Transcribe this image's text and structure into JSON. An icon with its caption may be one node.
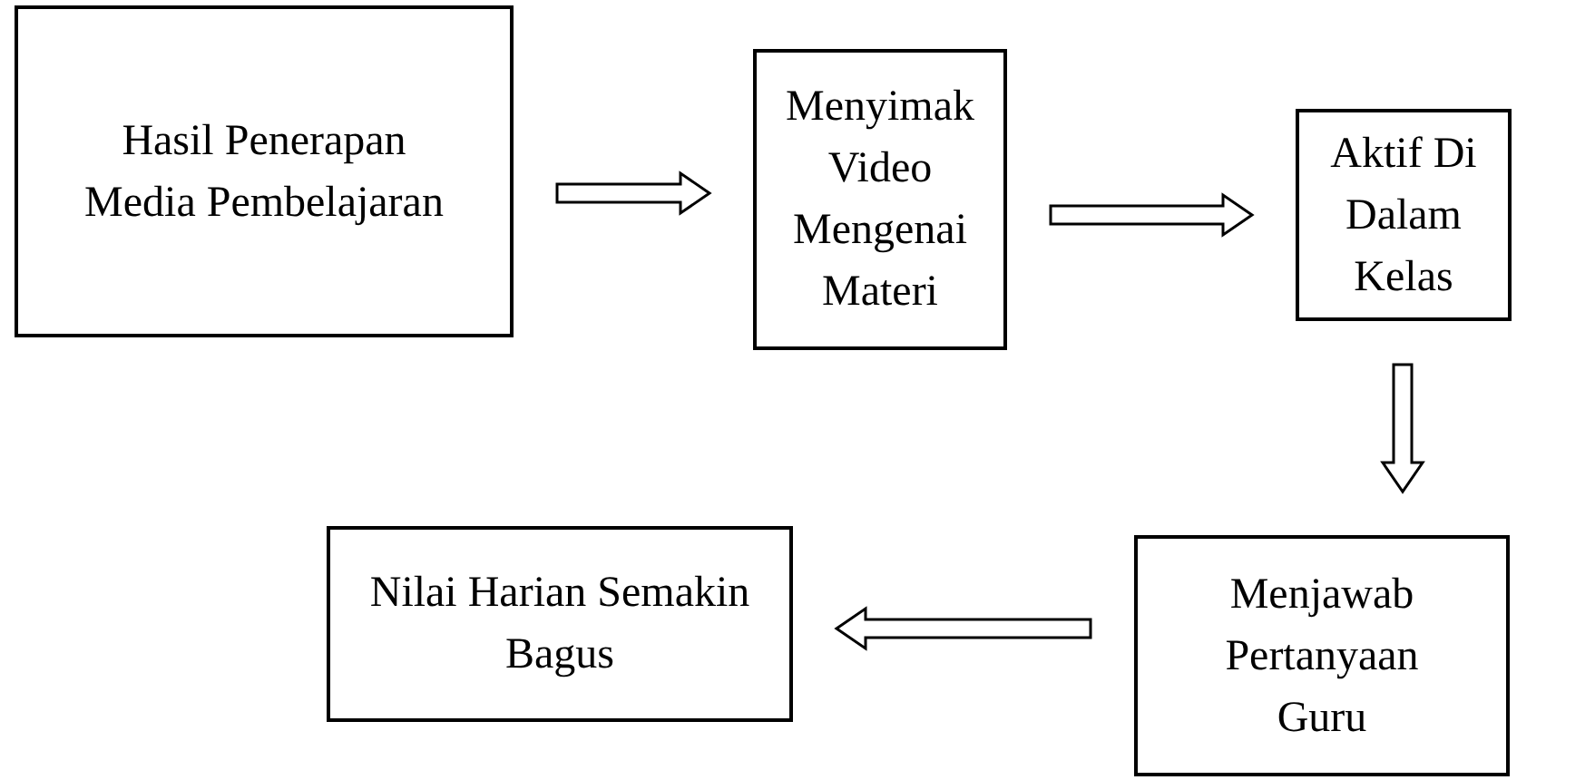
{
  "diagram": {
    "nodes": [
      {
        "text": [
          "Hasil Penerapan Media Pembelajaran"
        ]
      },
      {
        "text": [
          "Menyimak Video Mengenai Materi"
        ]
      },
      {
        "text": [
          "Aktif Di Dalam Kelas"
        ]
      },
      {
        "text": [
          "Menjawab Pertanyaan Guru"
        ]
      },
      {
        "text": [
          "Nilai Harian Semakin Bagus"
        ]
      }
    ],
    "edges": [
      {
        "from": 0,
        "to": 1,
        "arrow": "to"
      },
      {
        "from": 1,
        "to": 2,
        "arrow": "to"
      },
      {
        "from": 2,
        "to": 3,
        "arrow": "to"
      },
      {
        "from": 3,
        "to": 4,
        "arrow": "to"
      }
    ]
  }
}
